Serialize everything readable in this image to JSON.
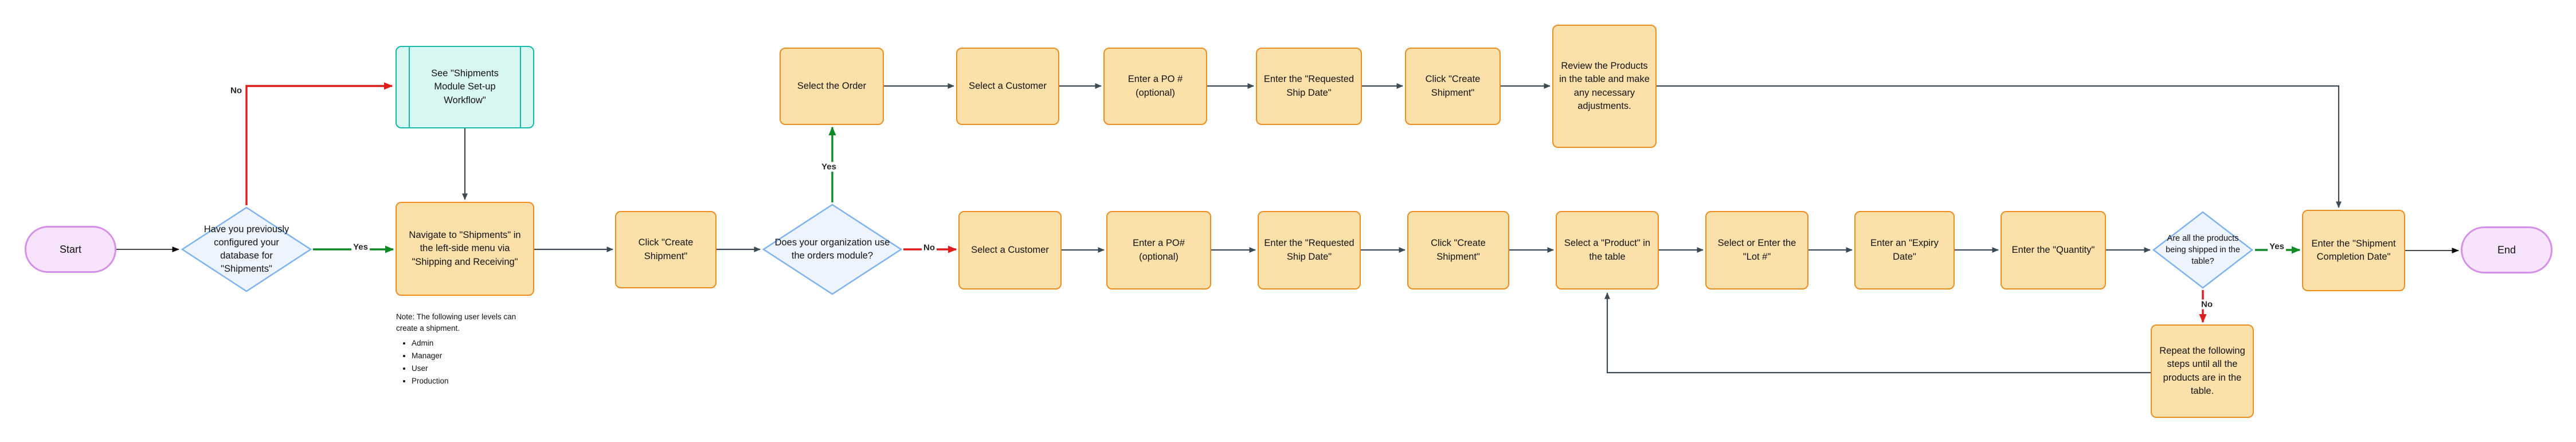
{
  "diagram": {
    "title_hint": "Shipment creation flowchart",
    "colors": {
      "process_fill": "#fce0aa",
      "process_border": "#ec8d21",
      "decision_fill": "#edf4fe",
      "decision_border": "#7fb3f0",
      "terminator_fill": "#f7e3fb",
      "terminator_border": "#d48fe8",
      "predefined_fill": "#d9f7f1",
      "predefined_border": "#13b9a5",
      "connector_dark": "#3e4a53",
      "connector_black": "#0b0b0b",
      "connector_red": "#df1d1d",
      "connector_green": "#108a25"
    },
    "nodes": {
      "start": "Start",
      "config_decision": "Have you previously configured your database for \"Shipments\"",
      "see_setup_workflow": "See \"Shipments Module Set-up Workflow\"",
      "navigate_shipments": "Navigate to \"Shipments\" in the left-side menu via \"Shipping and Receiving\"",
      "click_create_shipment_1": "Click \"Create Shipment\"",
      "orders_module_decision": "Does your organization use the orders module?",
      "select_order": "Select the Order",
      "select_customer_orders": "Select a Customer",
      "enter_po_orders": "Enter a PO # (optional)",
      "enter_ship_date_orders": "Enter the \"Requested Ship Date\"",
      "click_create_shipment_orders": "Click \"Create Shipment\"",
      "review_products": "Review the Products in the table and make any necessary adjustments.",
      "select_customer": "Select a Customer",
      "enter_po": "Enter a PO# (optional)",
      "enter_ship_date": "Enter the \"Requested Ship Date\"",
      "click_create_shipment_2": "Click \"Create Shipment\"",
      "select_product": "Select a \"Product\" in the table",
      "select_lot": "Select or Enter the \"Lot #\"",
      "enter_expiry": "Enter an \"Expiry Date\"",
      "enter_quantity": "Enter the \"Quantity\"",
      "all_products_decision": "Are all the products being shipped in the table?",
      "enter_completion_date": "Enter the \"Shipment Completion Date\"",
      "repeat_steps": "Repeat the following steps until all the products are in the table.",
      "end": "End"
    },
    "edge_labels": {
      "config_no": "No",
      "config_yes": "Yes",
      "orders_yes": "Yes",
      "orders_no": "No",
      "all_products_yes": "Yes",
      "all_products_no": "No"
    },
    "note": {
      "text": "Note: The following user levels can create a shipment.",
      "bullets": [
        "Admin",
        "Manager",
        "User",
        "Production"
      ]
    }
  }
}
